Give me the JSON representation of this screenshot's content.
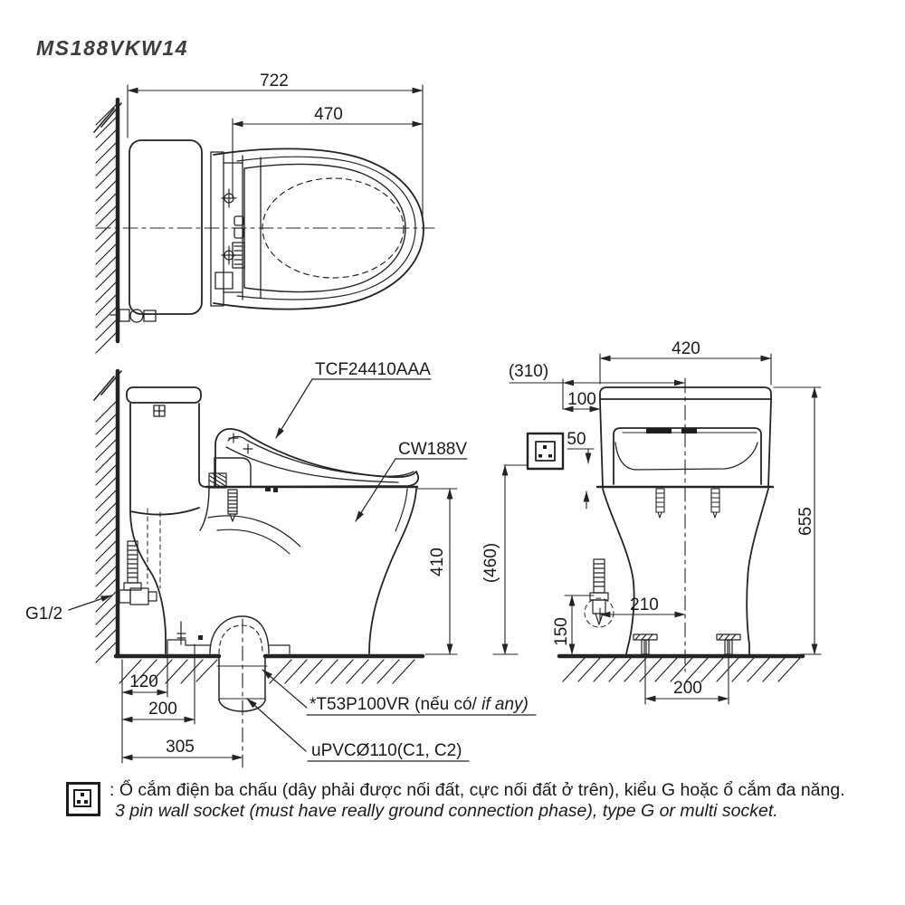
{
  "title": "MS188VKW14",
  "drawing": {
    "top_view": {
      "dim_overall_depth": "722",
      "dim_seat_depth": "470"
    },
    "side_view": {
      "label_seat_unit": "TCF24410AAA",
      "label_bowl": "CW188V",
      "label_supply": "G1/2",
      "dim_rim_height": "410",
      "dim_socket_height": "(460)",
      "dim_wall_to_base": "120",
      "dim_wall_to_trap": "200",
      "dim_wall_to_outlet": "305",
      "note_flange": "*T53P100VR (nếu có/ ",
      "note_flange_italic": "if any)",
      "note_drain": "uPVCØ110(C1, C2)"
    },
    "front_view": {
      "dim_tank_width": "420",
      "dim_socket_offset": "(310)",
      "dim_socket_gap": "100",
      "dim_socket_drop": "50",
      "dim_total_height": "655",
      "dim_supply_offset": "210",
      "dim_supply_height": "150",
      "dim_bolt_spacing": "200"
    }
  },
  "footnote": {
    "line_vi": ": Ổ cắm điện ba chấu (dây phải được nối đất, cực nối đất ở trên), kiểu G hoặc ổ cắm đa năng.",
    "line_en": "3 pin wall socket (must have really ground connection phase), type G or multi socket."
  }
}
